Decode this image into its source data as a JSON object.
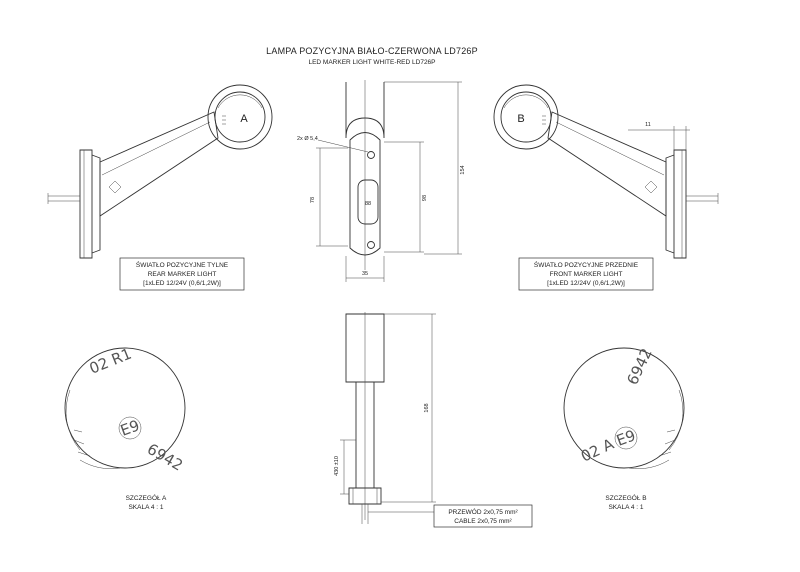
{
  "title": "LAMPA POZYCYJNA BIAŁO-CZERWONA LD726P",
  "subtitle": "LED MARKER LIGHT WHITE-RED LD726P",
  "rear_light": {
    "letter": "A",
    "label_pl": "ŚWIATŁO POZYCYJNE TYLNE",
    "label_en": "REAR MARKER LIGHT",
    "spec": "[1xLED 12/24V (0,6/1,2W)]"
  },
  "front_light": {
    "letter": "B",
    "label_pl": "ŚWIATŁO POZYCYJNE PRZEDNIE",
    "label_en": "FRONT MARKER LIGHT",
    "spec": "[1xLED 12/24V (0,6/1,2W)]"
  },
  "dimensions": {
    "hole": "2x Ø 5,4",
    "d78": "78",
    "d98": "98",
    "d154": "154",
    "d35": "35",
    "d11": "11",
    "d168": "168",
    "d430": "430 ±10",
    "d88": "88"
  },
  "detail_a": {
    "stamp_top": "02 R1",
    "stamp_mark": "E9",
    "stamp_num": "6942",
    "label": "SZCZEGÓŁ A",
    "scale": "SKALA 4 : 1"
  },
  "detail_b": {
    "stamp_top": "6942",
    "stamp_mark": "E9",
    "stamp_num": "02 A",
    "label": "SZCZEGÓŁ B",
    "scale": "SKALA 4 : 1"
  },
  "cable": {
    "line1": "PRZEWÓD 2x0,75 mm²",
    "line2": "CABLE 2x0,75 mm²"
  }
}
